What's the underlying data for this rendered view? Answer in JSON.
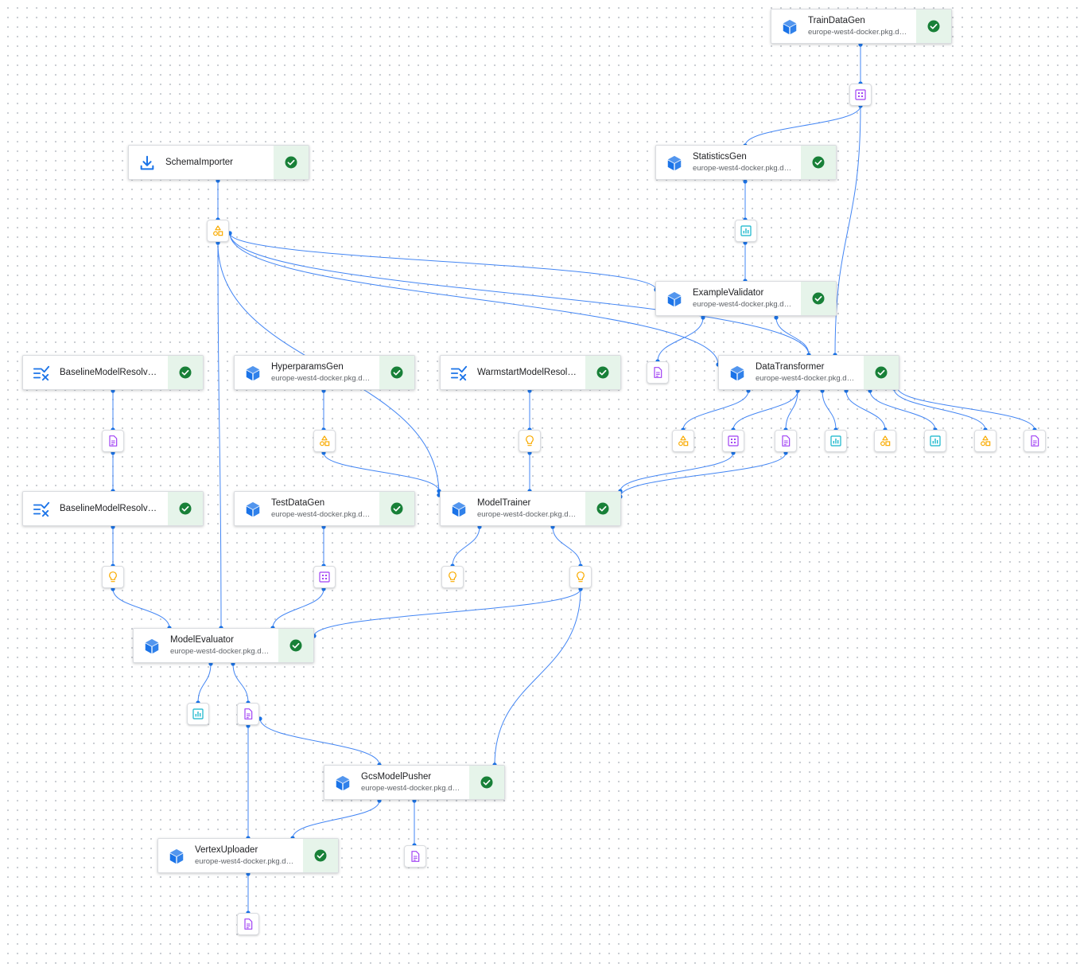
{
  "colors": {
    "edge": "#4285f4",
    "port": "#1a73e8",
    "component_icon": "#1a73e8",
    "success": "#188038",
    "success_bg": "#e6f4ea",
    "schema": "#f9ab00",
    "examples": "#a142f4",
    "statistics": "#12b5cb",
    "model": "#f9ab00",
    "artifact": "#a142f4"
  },
  "nodes": [
    {
      "id": "traindatagen",
      "name": "TrainDataGen",
      "subtitle": "europe-west4-docker.pkg.dev...",
      "icon": "cube-icon",
      "status": "succeeded"
    },
    {
      "id": "schemaimporter",
      "name": "SchemaImporter",
      "subtitle": "",
      "icon": "download-icon",
      "status": "succeeded"
    },
    {
      "id": "statisticsgen",
      "name": "StatisticsGen",
      "subtitle": "europe-west4-docker.pkg.dev...",
      "icon": "cube-icon",
      "status": "succeeded"
    },
    {
      "id": "examplevalidator",
      "name": "ExampleValidator",
      "subtitle": "europe-west4-docker.pkg.dev...",
      "icon": "cube-icon",
      "status": "succeeded"
    },
    {
      "id": "baselinemodelresolver1",
      "name": "BaselineModelResolver-...",
      "subtitle": "",
      "icon": "resolver-icon",
      "status": "succeeded"
    },
    {
      "id": "hyperparamsgen",
      "name": "HyperparamsGen",
      "subtitle": "europe-west4-docker.pkg.dev...",
      "icon": "cube-icon",
      "status": "succeeded"
    },
    {
      "id": "warmstartmodelresolver",
      "name": "WarmstartModelResolver",
      "subtitle": "",
      "icon": "resolver-icon",
      "status": "succeeded"
    },
    {
      "id": "datatransformer",
      "name": "DataTransformer",
      "subtitle": "europe-west4-docker.pkg.dev...",
      "icon": "cube-icon",
      "status": "succeeded"
    },
    {
      "id": "baselinemodelresolver2",
      "name": "BaselineModelResolver-...",
      "subtitle": "",
      "icon": "resolver-icon",
      "status": "succeeded"
    },
    {
      "id": "testdatagen",
      "name": "TestDataGen",
      "subtitle": "europe-west4-docker.pkg.dev...",
      "icon": "cube-icon",
      "status": "succeeded"
    },
    {
      "id": "modeltrainer",
      "name": "ModelTrainer",
      "subtitle": "europe-west4-docker.pkg.dev...",
      "icon": "cube-icon",
      "status": "succeeded"
    },
    {
      "id": "modelevaluator",
      "name": "ModelEvaluator",
      "subtitle": "europe-west4-docker.pkg.dev...",
      "icon": "cube-icon",
      "status": "succeeded"
    },
    {
      "id": "gcsmodelpusher",
      "name": "GcsModelPusher",
      "subtitle": "europe-west4-docker.pkg.dev...",
      "icon": "cube-icon",
      "status": "succeeded"
    },
    {
      "id": "vertexuploader",
      "name": "VertexUploader",
      "subtitle": "europe-west4-docker.pkg.dev...",
      "icon": "cube-icon",
      "status": "succeeded"
    }
  ],
  "artifacts": [
    {
      "id": "a_traindata",
      "type": "examples",
      "icon": "examples-icon"
    },
    {
      "id": "a_schema",
      "type": "schema",
      "icon": "schema-icon"
    },
    {
      "id": "a_stats",
      "type": "statistics",
      "icon": "statistics-icon"
    },
    {
      "id": "a_ev_anom",
      "type": "artifact",
      "icon": "artifact-icon"
    },
    {
      "id": "a_base1",
      "type": "artifact",
      "icon": "artifact-icon"
    },
    {
      "id": "a_hyper",
      "type": "schema",
      "icon": "schema-icon"
    },
    {
      "id": "a_warm",
      "type": "model",
      "icon": "model-icon"
    },
    {
      "id": "a_dt1",
      "type": "schema",
      "icon": "schema-icon"
    },
    {
      "id": "a_dt2",
      "type": "examples",
      "icon": "examples-icon"
    },
    {
      "id": "a_dt3",
      "type": "artifact",
      "icon": "artifact-icon"
    },
    {
      "id": "a_dt4",
      "type": "statistics",
      "icon": "statistics-icon"
    },
    {
      "id": "a_dt5",
      "type": "schema",
      "icon": "schema-icon"
    },
    {
      "id": "a_dt6",
      "type": "statistics",
      "icon": "statistics-icon"
    },
    {
      "id": "a_dt7",
      "type": "schema",
      "icon": "schema-icon"
    },
    {
      "id": "a_dt8",
      "type": "artifact",
      "icon": "artifact-icon"
    },
    {
      "id": "a_base2",
      "type": "model",
      "icon": "model-icon"
    },
    {
      "id": "a_test",
      "type": "examples",
      "icon": "examples-icon"
    },
    {
      "id": "a_mt1",
      "type": "model",
      "icon": "model-icon"
    },
    {
      "id": "a_mt2",
      "type": "model",
      "icon": "model-icon"
    },
    {
      "id": "a_me1",
      "type": "statistics",
      "icon": "statistics-icon"
    },
    {
      "id": "a_me2",
      "type": "artifact",
      "icon": "artifact-icon"
    },
    {
      "id": "a_push",
      "type": "artifact",
      "icon": "artifact-icon"
    },
    {
      "id": "a_vertex",
      "type": "artifact",
      "icon": "artifact-icon"
    }
  ]
}
